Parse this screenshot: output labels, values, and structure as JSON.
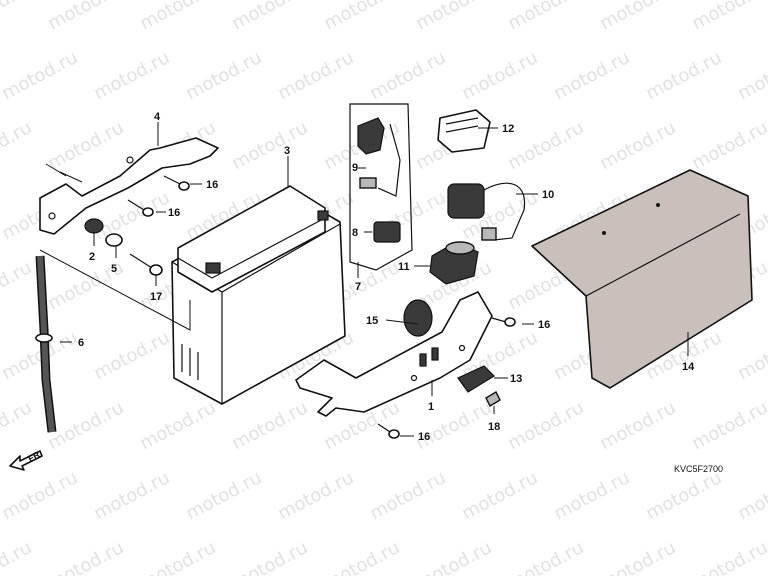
{
  "watermark": "motod.ru",
  "diagram_code": "KVC5F2700",
  "front_indicator": "FR.",
  "callouts": [
    "1",
    "2",
    "3",
    "4",
    "5",
    "6",
    "7",
    "8",
    "9",
    "10",
    "11",
    "12",
    "13",
    "14",
    "15",
    "16",
    "16",
    "16",
    "16",
    "17",
    "18"
  ]
}
